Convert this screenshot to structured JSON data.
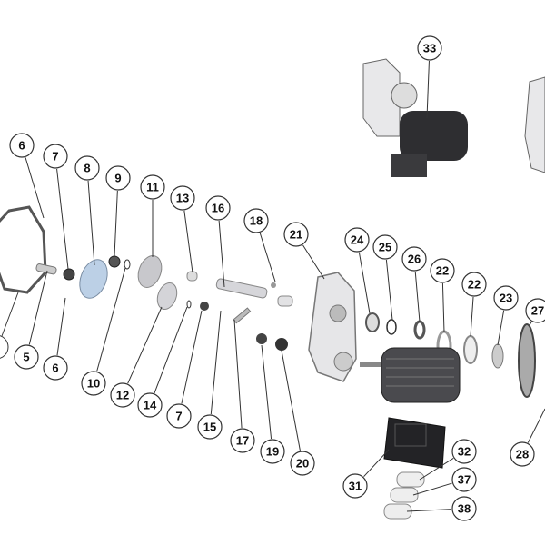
{
  "diagram": {
    "type": "exploded-parts-view",
    "callouts": [
      "6",
      "7",
      "8",
      "9",
      "11",
      "13",
      "16",
      "18",
      "21",
      "24",
      "25",
      "26",
      "22",
      "22",
      "23",
      "27",
      "33",
      "5",
      "6",
      "10",
      "12",
      "14",
      "7",
      "15",
      "17",
      "19",
      "20",
      "28",
      "31",
      "32",
      "37",
      "38"
    ],
    "colors": {
      "part_light": "#d9d9dc",
      "part_mid": "#9a9aa0",
      "part_dark": "#2b2b2e",
      "accent_blue": "#bcd0e6",
      "line": "#333333"
    }
  }
}
